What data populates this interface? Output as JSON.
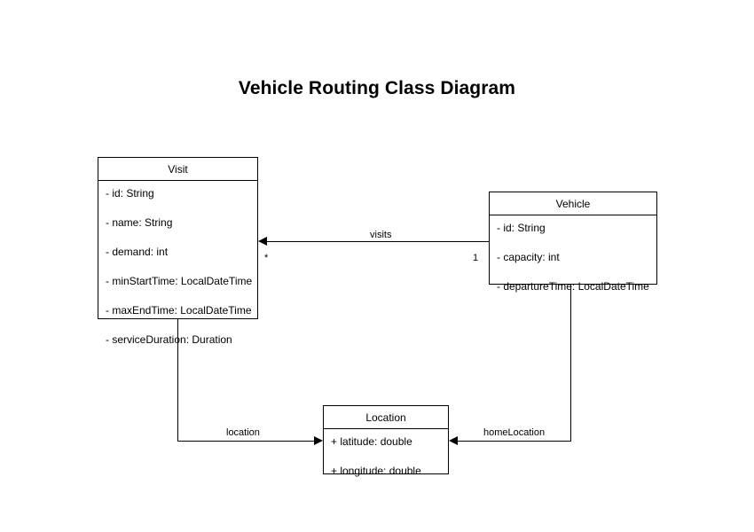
{
  "diagram": {
    "title": "Vehicle Routing Class Diagram",
    "type": "uml-class-diagram",
    "background_color": "#ffffff",
    "line_color": "#000000",
    "text_color": "#000000"
  },
  "classes": {
    "visit": {
      "name": "Visit",
      "attributes": [
        {
          "text": "- id: String"
        },
        {
          "text": "- name: String"
        },
        {
          "text": "- demand: int"
        },
        {
          "text": "- minStartTime: LocalDateTime"
        },
        {
          "text": "- maxEndTime: LocalDateTime"
        },
        {
          "text": "- serviceDuration: Duration"
        }
      ]
    },
    "vehicle": {
      "name": "Vehicle",
      "attributes": [
        {
          "text": "- id: String"
        },
        {
          "text": "- capacity: int"
        },
        {
          "text": "- departureTime: LocalDateTime"
        }
      ]
    },
    "location": {
      "name": "Location",
      "attributes": [
        {
          "text": "+ latitude: double"
        },
        {
          "text": "+ longitude: double"
        }
      ]
    }
  },
  "relationships": {
    "visits": {
      "label": "visits",
      "source": "Vehicle",
      "target": "Visit",
      "source_multiplicity": "1",
      "target_multiplicity": "*"
    },
    "location": {
      "label": "location",
      "source": "Visit",
      "target": "Location"
    },
    "home_location": {
      "label": "homeLocation",
      "source": "Vehicle",
      "target": "Location"
    }
  }
}
